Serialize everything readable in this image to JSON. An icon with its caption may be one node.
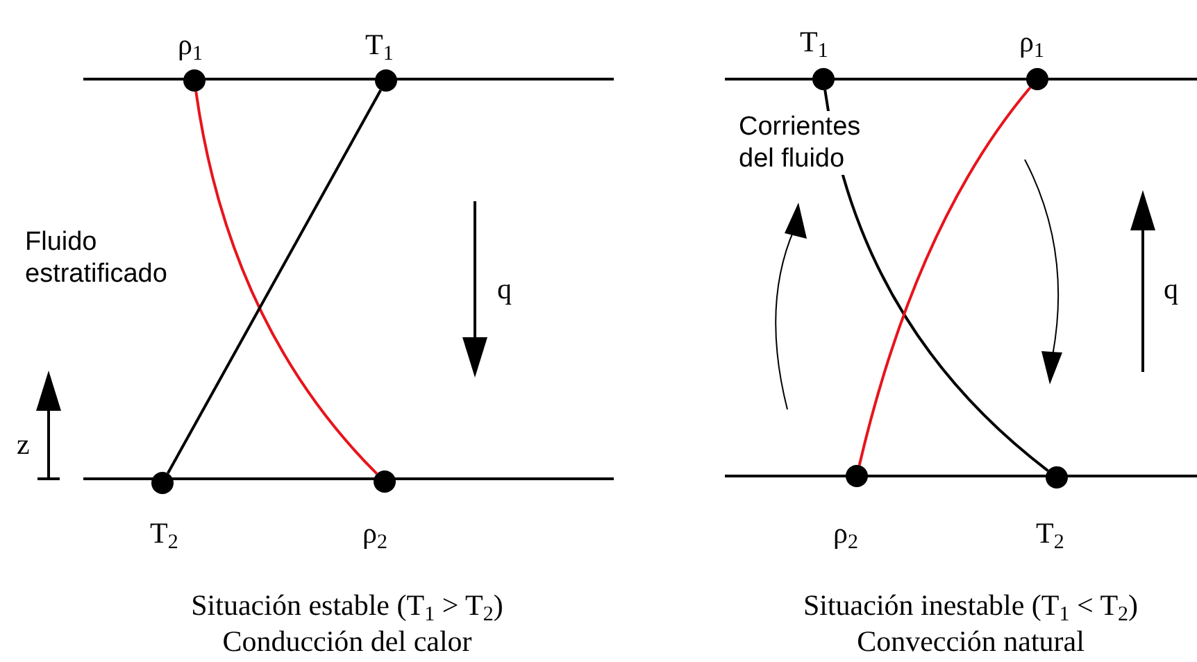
{
  "diagram": {
    "nodes": [
      {
        "text": [],
        "shape": "circle",
        "beside": [
          "ρ$_{1}$"
        ]
      },
      {
        "text": [],
        "shape": "circle",
        "beside": [
          "T$_{1}$"
        ]
      },
      {
        "text": [],
        "shape": "circle",
        "beside": [
          "T$_{2}$"
        ]
      },
      {
        "text": [],
        "shape": "circle",
        "beside": [
          "ρ$_{2}$"
        ]
      },
      {
        "text": [],
        "shape": "circle",
        "beside": [
          "T$_{1}$"
        ]
      },
      {
        "text": [],
        "shape": "circle",
        "beside": [
          "ρ$_{1}$"
        ]
      },
      {
        "text": [],
        "shape": "circle",
        "beside": [
          "ρ$_{2}$"
        ]
      },
      {
        "text": [],
        "shape": "circle",
        "beside": [
          "T$_{2}$"
        ]
      }
    ],
    "edges": [
      {
        "from": 0,
        "to": 3,
        "arrow": "none",
        "color": "#e8141b"
      },
      {
        "from": 1,
        "to": 2,
        "arrow": "none",
        "color": "#000000"
      },
      {
        "from": 4,
        "to": 7,
        "arrow": "none",
        "color": "#000000"
      },
      {
        "from": 5,
        "to": 6,
        "arrow": "none",
        "color": "#e8141b"
      }
    ],
    "labels": [
      "Corrientes del fluido",
      "Fluido estratificado",
      "q",
      "q",
      "z",
      "Situación estable (T$_{1}$ > T$_{2}$)",
      "Conducción del calor",
      "Situación inestable (T$_{1}$ < T$_{2}$)",
      "Convección natural"
    ]
  }
}
